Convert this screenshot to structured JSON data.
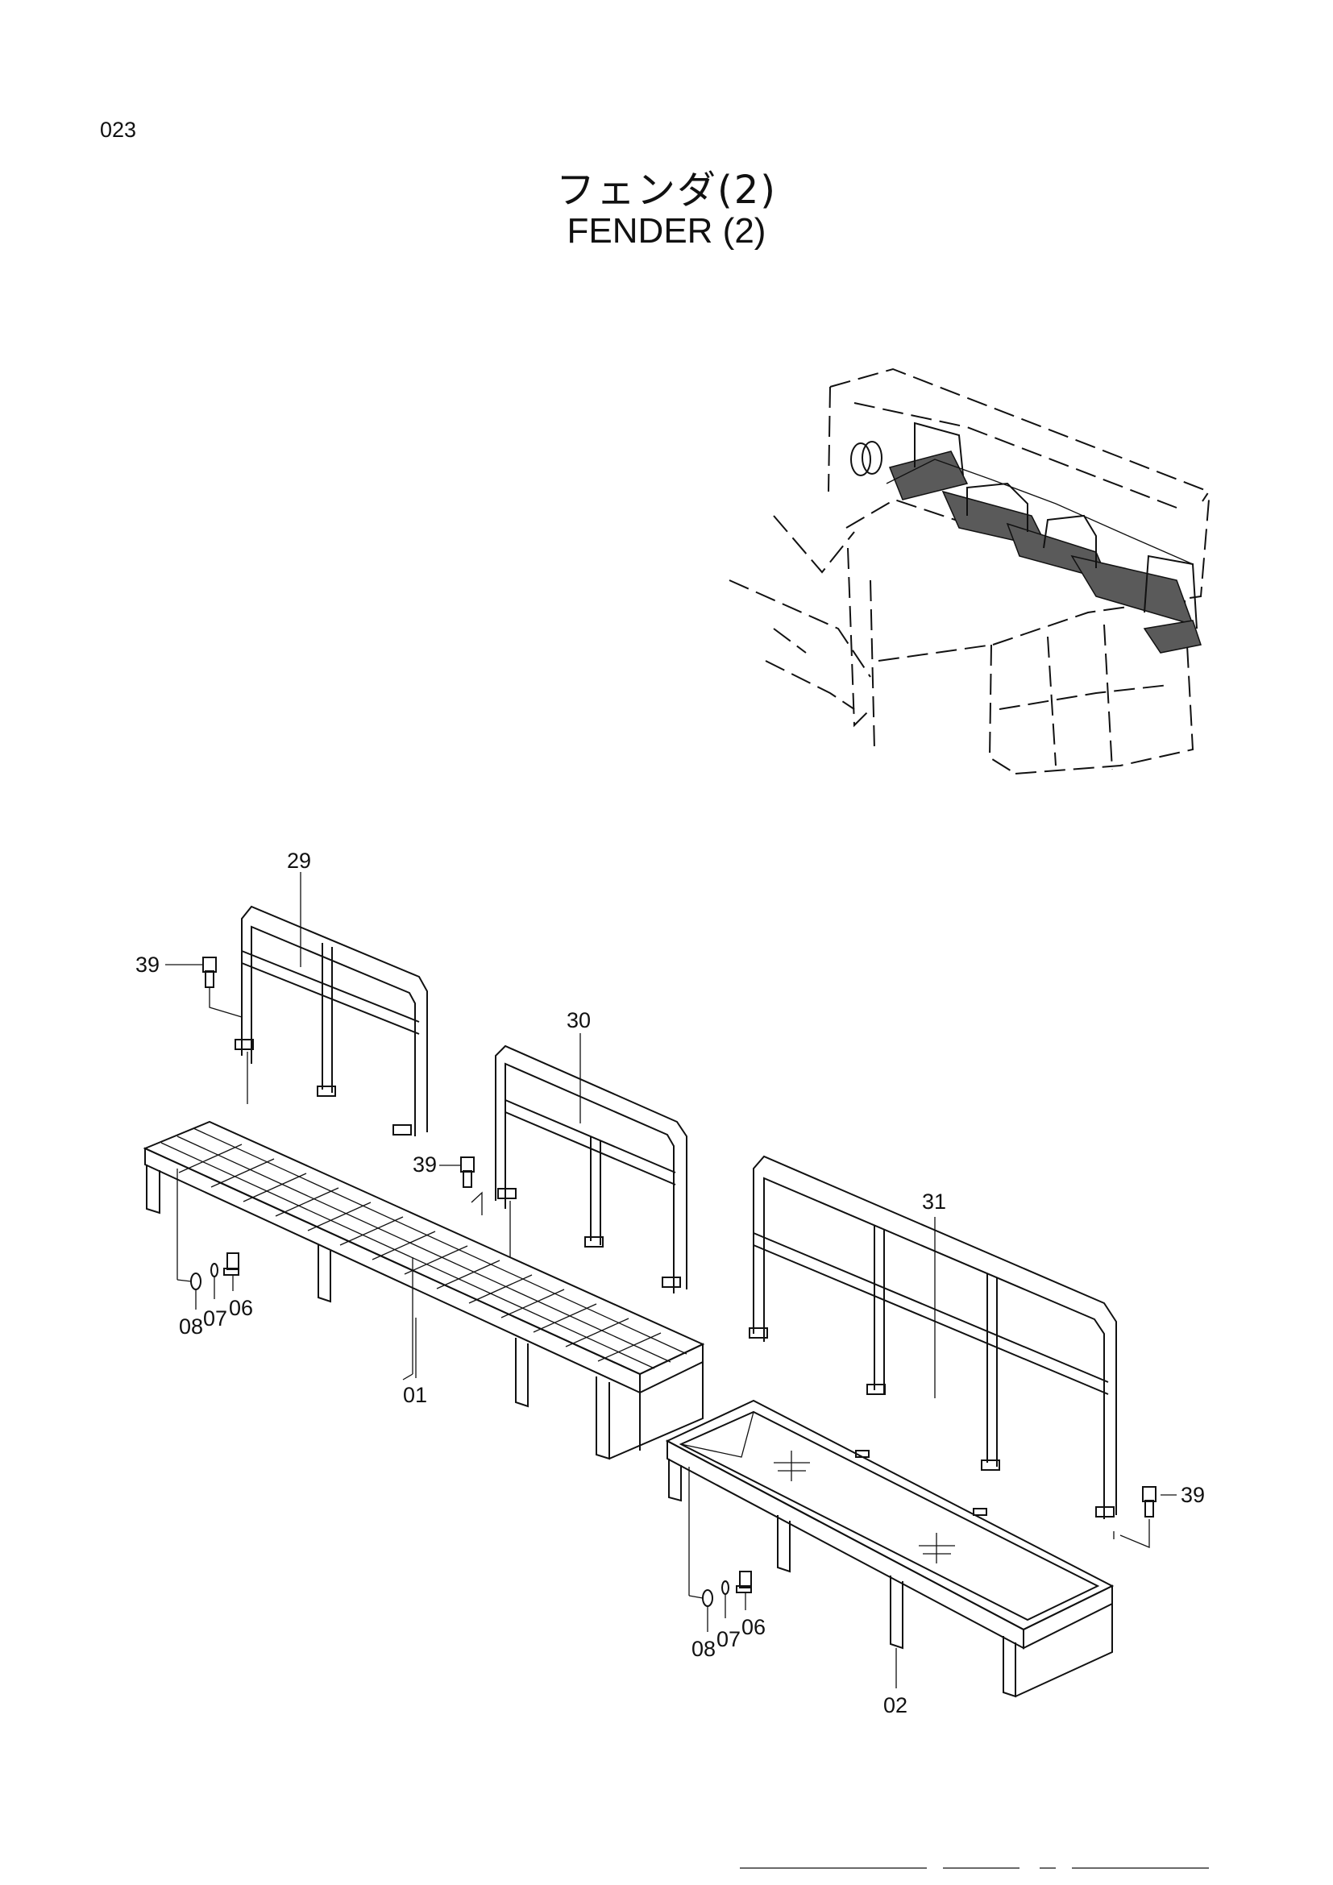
{
  "page": {
    "number": "023"
  },
  "title": {
    "japanese": "フェンダ(2)",
    "english": "FENDER (2)"
  },
  "callouts": {
    "c29": "29",
    "c30": "30",
    "c31": "31",
    "c39a": "39",
    "c39b": "39",
    "c39c": "39",
    "c01": "01",
    "c02": "02",
    "c06a": "06",
    "c07a": "07",
    "c08a": "08",
    "c06b": "06",
    "c07b": "07",
    "c08b": "08"
  }
}
